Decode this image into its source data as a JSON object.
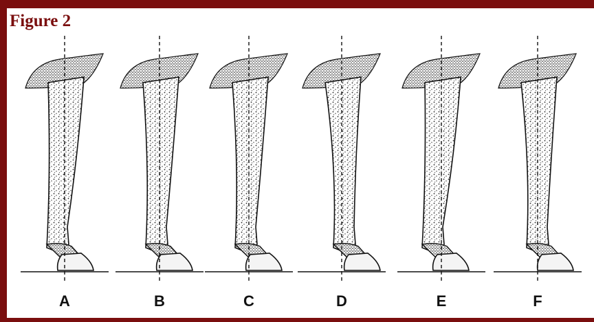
{
  "figure": {
    "title": "Figure 2",
    "legs": [
      {
        "label": "A"
      },
      {
        "label": "B"
      },
      {
        "label": "C"
      },
      {
        "label": "D"
      },
      {
        "label": "E"
      },
      {
        "label": "F"
      }
    ]
  },
  "colors": {
    "frame": "#7a0e0e",
    "title": "#7a0e0e",
    "ink": "#111111",
    "background": "#ffffff"
  }
}
